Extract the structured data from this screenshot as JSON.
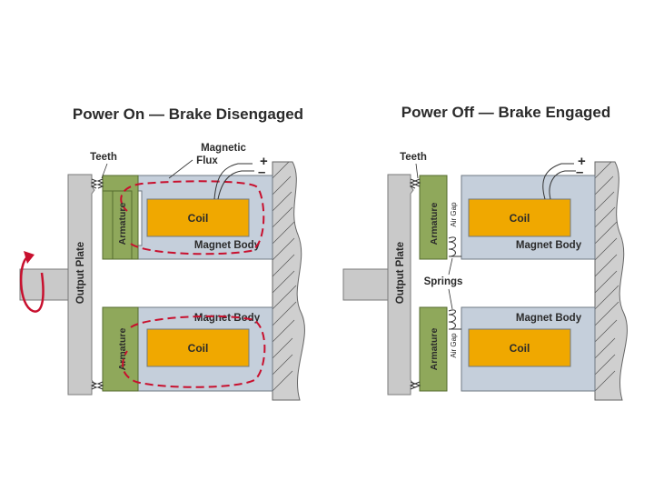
{
  "left_panel": {
    "title": "Power On — Brake Disengaged",
    "labels": {
      "teeth": "Teeth",
      "magnetic_flux_1": "Magnetic",
      "magnetic_flux_2": "Flux",
      "plus": "+",
      "minus": "–",
      "armature_top": "Armature",
      "coil_top": "Coil",
      "magnet_body_top": "Magnet Body",
      "output_plate": "Output Plate",
      "armature_bottom": "Armature",
      "coil_bottom": "Coil",
      "magnet_body_bottom": "Magnet Body"
    }
  },
  "right_panel": {
    "title": "Power Off — Brake Engaged",
    "labels": {
      "teeth": "Teeth",
      "plus": "+",
      "minus": "–",
      "armature_top": "Armature",
      "air_gap_top": "Air Gap",
      "coil_top": "Coil",
      "magnet_body_top": "Magnet Body",
      "output_plate": "Output Plate",
      "springs": "Springs",
      "armature_bottom": "Armature",
      "air_gap_bottom": "Air Gap",
      "coil_bottom": "Coil",
      "magnet_body_bottom": "Magnet Body"
    }
  },
  "colors": {
    "magnet_body": "#c5cfdb",
    "coil": "#f0a800",
    "armature": "#8fa85b",
    "flux": "#c8102e",
    "plate": "#c9c9c9"
  }
}
